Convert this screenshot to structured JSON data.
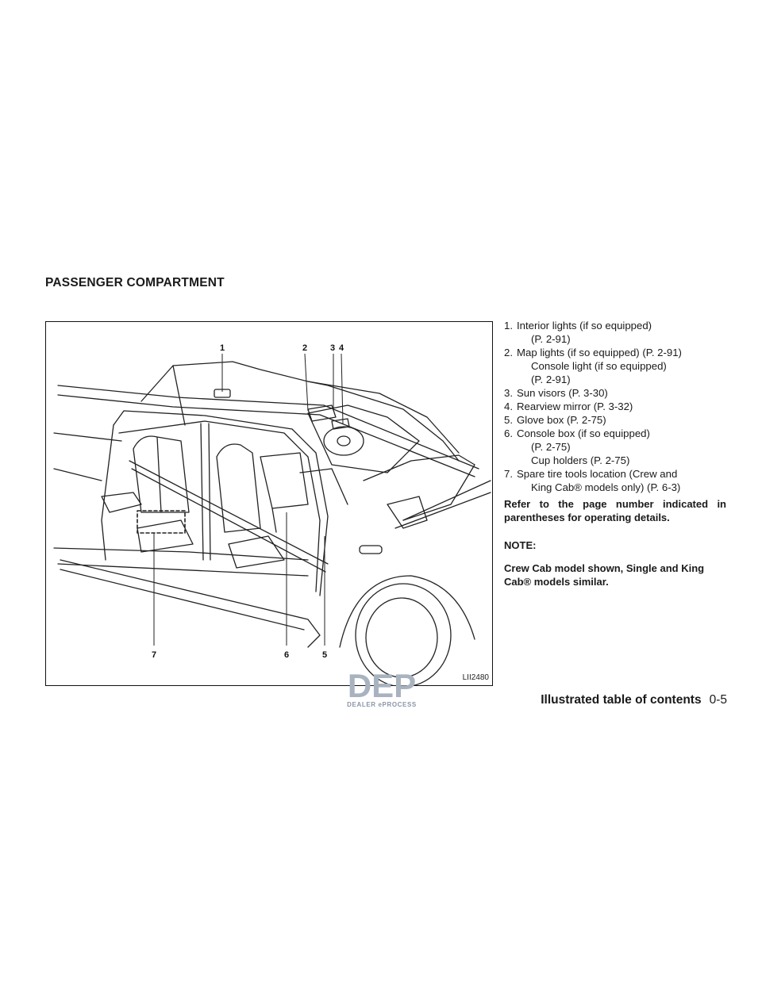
{
  "section_title": "PASSENGER COMPARTMENT",
  "figure": {
    "code": "LII2480",
    "callouts": [
      "1",
      "2",
      "3",
      "4",
      "5",
      "6",
      "7"
    ]
  },
  "legend": [
    {
      "num": "1.",
      "lines": [
        "Interior lights (if so equipped)",
        "(P. 2-91)"
      ]
    },
    {
      "num": "2.",
      "lines": [
        "Map lights (if so equipped) (P. 2-91)",
        "Console light (if so equipped)",
        "(P. 2-91)"
      ]
    },
    {
      "num": "3.",
      "lines": [
        "Sun visors (P. 3-30)"
      ]
    },
    {
      "num": "4.",
      "lines": [
        "Rearview mirror (P. 3-32)"
      ]
    },
    {
      "num": "5.",
      "lines": [
        "Glove box (P. 2-75)"
      ]
    },
    {
      "num": "6.",
      "lines": [
        "Console box (if so equipped)",
        "(P. 2-75)",
        "Cup holders (P. 2-75)"
      ]
    },
    {
      "num": "7.",
      "lines": [
        "Spare tire tools location (Crew and",
        "King Cab® models only) (P. 6-3)"
      ]
    }
  ],
  "refer_text": "Refer to the page number indicated in parentheses for operating details.",
  "note_label": "NOTE:",
  "note_text": "Crew Cab model shown, Single and King Cab® models similar.",
  "watermark": {
    "logo": "DEP",
    "text": "DEALER ePROCESS"
  },
  "footer": {
    "title": "Illustrated table of contents",
    "page": "0-5"
  }
}
